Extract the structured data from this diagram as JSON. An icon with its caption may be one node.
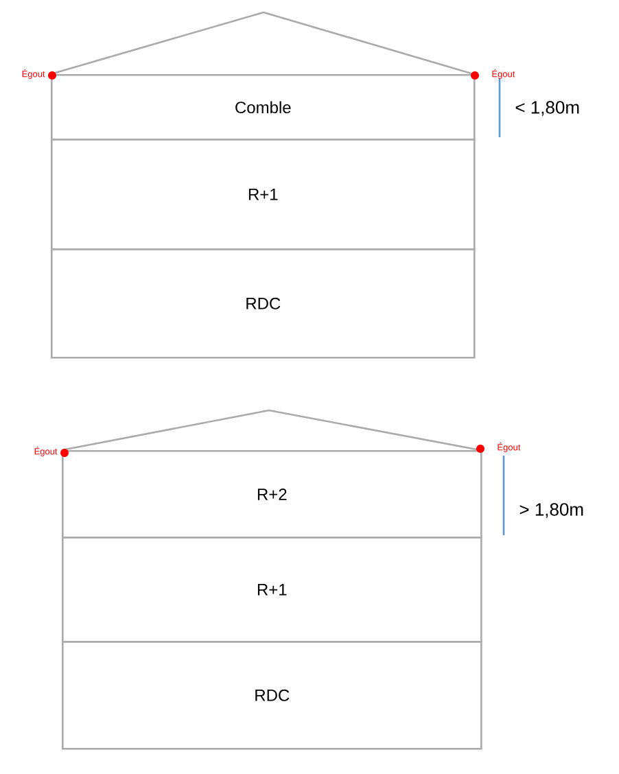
{
  "diagram": {
    "nodes": [
      {
        "text": [
          "Comble"
        ]
      },
      {
        "text": [
          "R+1"
        ]
      },
      {
        "text": [
          "RDC"
        ]
      },
      {
        "text": [
          "R+2"
        ]
      },
      {
        "text": [
          "R+1"
        ]
      },
      {
        "text": [
          "RDC"
        ]
      }
    ],
    "labels": [
      "Égout",
      "Égout",
      "< 1,80m",
      "Égout",
      "Égout",
      "> 1,80m"
    ]
  }
}
